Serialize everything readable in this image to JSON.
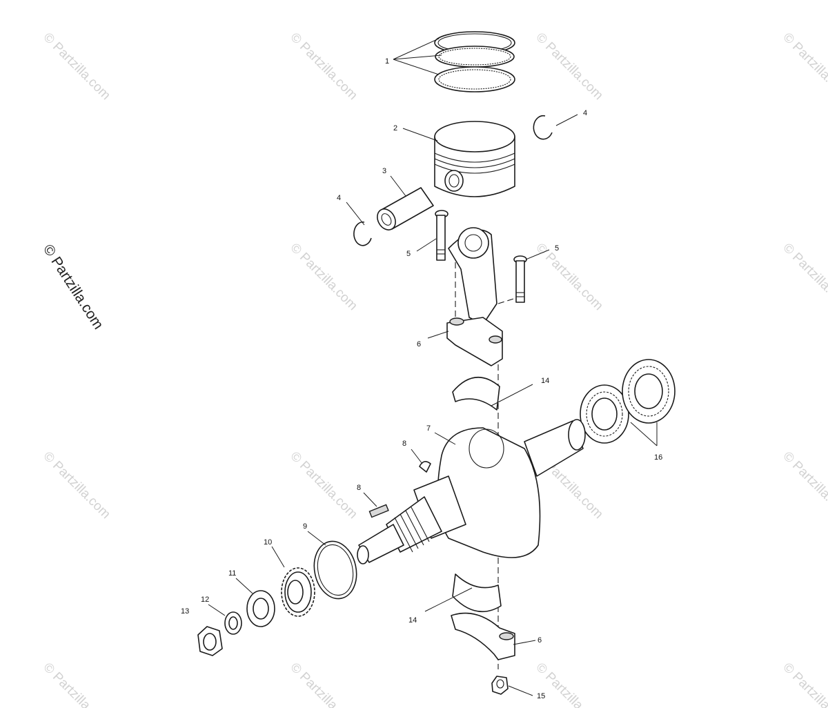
{
  "watermark": {
    "main_text": "© Partzilla.com",
    "tile_text": "© Partzilla.com"
  },
  "callouts": {
    "c1": "1",
    "c2": "2",
    "c3": "3",
    "c4a": "4",
    "c4b": "4",
    "c5a": "5",
    "c5b": "5",
    "c6a": "6",
    "c6b": "6",
    "c7": "7",
    "c8a": "8",
    "c8b": "8",
    "c9": "9",
    "c10": "10",
    "c11": "11",
    "c12": "12",
    "c13": "13",
    "c14a": "14",
    "c14b": "14",
    "c15": "15",
    "c16": "16"
  }
}
